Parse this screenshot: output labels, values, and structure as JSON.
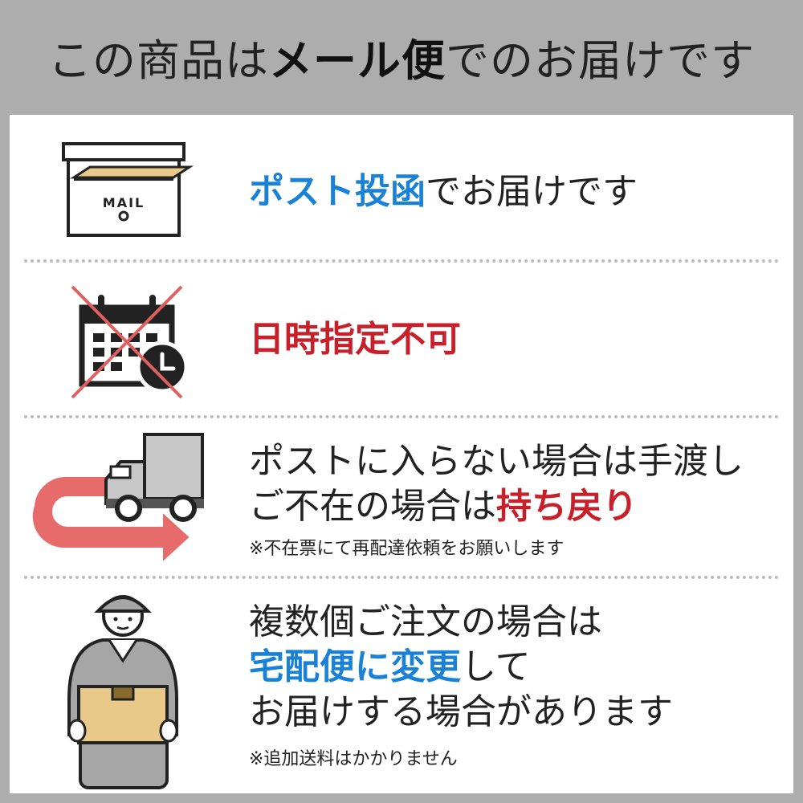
{
  "header": {
    "title_pre": "この商品は",
    "title_bold": "メール便",
    "title_post": "でのお届けです"
  },
  "rows": [
    {
      "icon": "mailbox-icon",
      "mailbox_label": "MAIL",
      "highlight": "ポスト投函",
      "rest": "でお届けです"
    },
    {
      "icon": "calendar-crossed-icon",
      "highlight": "日時指定不可"
    },
    {
      "icon": "truck-return-icon",
      "line1": "ポストに入らない場合は手渡し",
      "line2_pre": "ご不在の場合は",
      "line2_highlight": "持ち戻り",
      "note": "※不在票にて再配達依頼をお願いします"
    },
    {
      "icon": "delivery-person-icon",
      "line1": "複数個ご注文の場合は",
      "line2_highlight": "宅配便に変更",
      "line2_post": "して",
      "line3": "お届けする場合があります",
      "note": "※追加送料はかかりません"
    }
  ],
  "colors": {
    "background": "#adadad",
    "panel": "#ffffff",
    "accent_blue": "#1a82d6",
    "accent_red": "#c8202a",
    "arrow": "#e86b6b",
    "box": "#e8c98a",
    "uniform": "#a6a6a6"
  }
}
